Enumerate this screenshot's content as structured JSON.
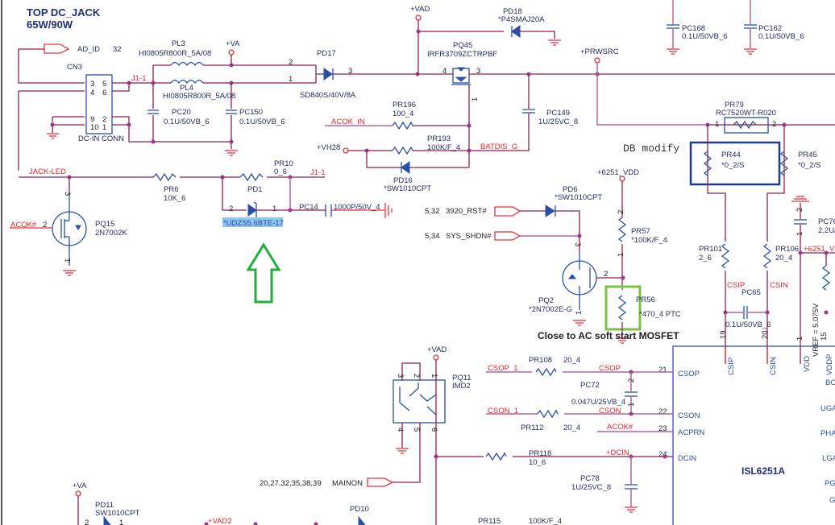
{
  "title": {
    "line1": "TOP  DC_JACK",
    "line2": "65W/90W"
  },
  "connectors": {
    "ad_id": {
      "label": "AD_ID",
      "page": "32"
    },
    "rst": {
      "pages": "5,32",
      "label": "3920_RST#"
    },
    "shdn": {
      "pages": "5,34",
      "label": "SYS_SHDN#"
    },
    "mainon": {
      "pages": "20,27,32,35,38,39",
      "label": "MAINON"
    }
  },
  "power_rails": {
    "va": "+VA",
    "vad": "+VAD",
    "prwsrc": "+PRWSRC",
    "vh28": "+VH28",
    "vdd6251": "+6251_VDD",
    "vad_lower": "+VAD",
    "va_lower": "+VA"
  },
  "nets": {
    "j1_1": "J1-1",
    "j1_1b": "J1-1",
    "jack_led": "JACK-LED",
    "acok_pq15": "ACOK#",
    "acok_in": "ACOK_IN",
    "batdis_g": "BATDIS_G",
    "csip": "CSIP",
    "csin": "CSIN",
    "csop_1": "CSOP_1",
    "csop": "CSOP",
    "cson_1": "CSON_1",
    "cson": "CSON",
    "acok_ic": "ACOK#",
    "dcin": "+DCIN",
    "vad2": "+VAD2",
    "vdd_right": "+6251_VD",
    "vref": "VREF = 5.075V"
  },
  "components": {
    "cn3": {
      "ref": "CN3",
      "value": "DC-IN CONN",
      "pins": [
        "3",
        "5",
        "4",
        "6",
        "9",
        "2",
        "10",
        "1"
      ]
    },
    "pl3": {
      "ref": "PL3",
      "value": "HI0805R800R_5A/08"
    },
    "pl4": {
      "ref": "PL4",
      "value": "HI0805R800R_5A/08"
    },
    "pc20": {
      "ref": "PC20",
      "value": "0.1U/50VB_6"
    },
    "pc150": {
      "ref": "PC150",
      "value": "0.1U/50VB_6"
    },
    "pd17": {
      "ref": "PD17",
      "value": "SD840S/40V/8A",
      "pins": [
        "2",
        "1",
        "3"
      ]
    },
    "pd18": {
      "ref": "PD18",
      "value": "*P4SMAJ20A"
    },
    "pq45": {
      "ref": "PQ45",
      "value": "IRFR3709ZCTRPBF",
      "pins": [
        "4",
        "3",
        "1"
      ]
    },
    "pc168": {
      "ref": "PC168",
      "value": "0.1U/50VB_6"
    },
    "pc162": {
      "ref": "PC162",
      "value": "0.1U/50VB_6"
    },
    "pr196": {
      "ref": "PR196",
      "value": "100_4"
    },
    "pr193": {
      "ref": "PR193",
      "value": "100K/F_4"
    },
    "pd16": {
      "ref": "PD16",
      "value": "*SW1010CPT"
    },
    "pc149": {
      "ref": "PC149",
      "value": "1U/25VC_8"
    },
    "pr79": {
      "ref": "PR79",
      "value": "RC7520WT-R020",
      "pins": [
        "1",
        "2"
      ]
    },
    "pr44": {
      "ref": "PR44",
      "value": "*0_2/S"
    },
    "pr45": {
      "ref": "PR45",
      "value": "*0_2/S"
    },
    "pr6": {
      "ref": "PR6",
      "value": "10K_6"
    },
    "pr10": {
      "ref": "PR10",
      "value": "0_6"
    },
    "pd1": {
      "ref": "PD1",
      "value": "*UDZS5.6BTE-17",
      "pins": [
        "2",
        "1"
      ]
    },
    "pc14": {
      "ref": "PC14",
      "value": "1000P/50V_4"
    },
    "pq15": {
      "ref": "PQ15",
      "value": "2N7002K",
      "pins": [
        "3",
        "2",
        "1"
      ]
    },
    "pd6": {
      "ref": "PD6",
      "value": "*SW1010CPT"
    },
    "pr57": {
      "ref": "PR57",
      "value": "*100K/F_4",
      "pins": [
        "2",
        "1"
      ]
    },
    "pq2": {
      "ref": "PQ2",
      "value": "*2N7002E-G",
      "pins": [
        "3",
        "2",
        "1"
      ]
    },
    "pr56": {
      "ref": "PR56",
      "value": "*470_4 PTC"
    },
    "pr101": {
      "ref": "PR101",
      "value": "2_6"
    },
    "pr106": {
      "ref": "PR106",
      "value": "20_4"
    },
    "pc65": {
      "ref": "PC65",
      "value": "0.1U/50VB_6"
    },
    "pc76": {
      "ref": "PC76",
      "value": "2.2U/",
      "pins": [
        "2",
        "1"
      ]
    },
    "pq11": {
      "ref": "PQ11",
      "value": "IMD2",
      "pins": [
        "3",
        "2",
        "1",
        "4",
        "5",
        "6"
      ]
    },
    "pr108": {
      "ref": "PR108",
      "value": "20_4"
    },
    "pr112": {
      "ref": "PR112",
      "value": "20_4"
    },
    "pc72": {
      "ref": "PC72",
      "value": "0.047U/25VB_4",
      "pins": [
        "2",
        "1"
      ]
    },
    "pr118": {
      "ref": "PR118",
      "value": "10_6"
    },
    "pc78": {
      "ref": "PC78",
      "value": "1U/25VC_8"
    },
    "pr115": {
      "ref": "PR115",
      "value": "100K/F_4"
    },
    "pd11": {
      "ref": "PD11",
      "value": "SW1010CPT",
      "pins": [
        "2",
        "1"
      ]
    },
    "pd10": {
      "ref": "PD10",
      "value": ""
    }
  },
  "ic": {
    "name": "ISL6251A",
    "top_pins": [
      {
        "num": "19",
        "name": "CSIP"
      },
      {
        "num": "20",
        "name": "CSIN"
      },
      {
        "num": "1",
        "name": "VDD"
      },
      {
        "num": "15",
        "name": "VDDP"
      }
    ],
    "left_pins": [
      {
        "num": "21",
        "name": "CSOP"
      },
      {
        "num": "22",
        "name": "CSON"
      },
      {
        "num": "23",
        "name": "ACPRN"
      },
      {
        "num": "24",
        "name": "DCIN"
      }
    ],
    "right_pins": [
      "BO",
      "UGA",
      "PHA",
      "LGA",
      "PG",
      "G"
    ]
  },
  "annotations": {
    "db_modify": "DB modify",
    "close_to": "Close to AC soft start MOSFET"
  },
  "colors": {
    "wire": "#8b2252",
    "net_label": "#e0252b",
    "component": "#2b4fa5",
    "highlight_box_blue": "#1f3a8a",
    "highlight_box_green": "#7cc242",
    "arrow_green": "#1fae3a",
    "selection": "#8fc3f0"
  }
}
